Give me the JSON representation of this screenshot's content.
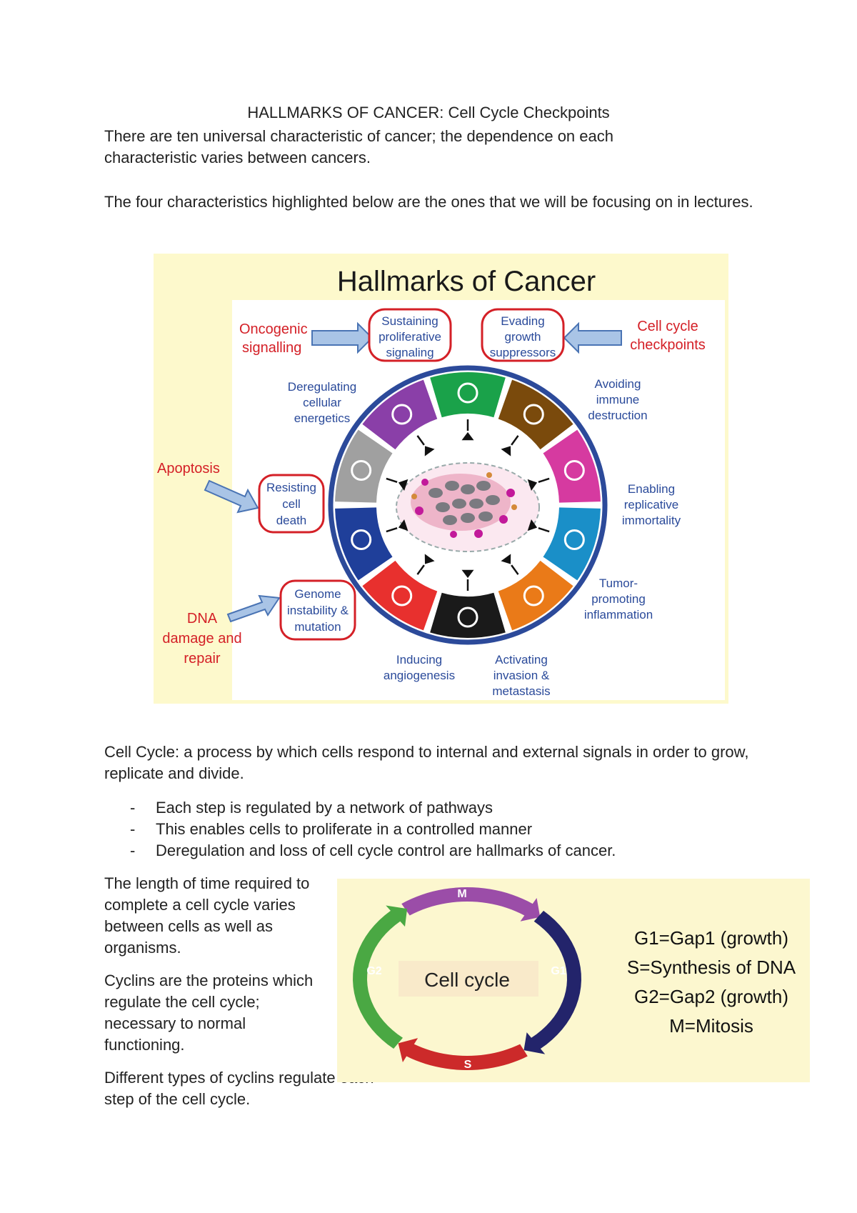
{
  "doc": {
    "title": "HALLMARKS OF CANCER: Cell Cycle Checkpoints",
    "intro1": "There are ten universal characteristic of cancer; the dependence on each characteristic varies between cancers.",
    "intro2": "The four characteristics highlighted below are the ones that we will be focusing on in lectures.",
    "cell_cycle_def": "Cell Cycle: a process by which cells respond to internal and external signals in order to grow, replicate and divide.",
    "bullets": [
      "Each step is regulated by a network of pathways",
      "This enables cells to proliferate in a controlled manner",
      "Deregulation and loss of cell cycle control are hallmarks of cancer."
    ],
    "side1": "The length of time required to complete a cell cycle varies between cells as well as organisms.",
    "side2": "Cyclins are the proteins which regulate the cell cycle; necessary to normal functioning.",
    "side3": "Different types of cyclins regulate each step of the cell cycle."
  },
  "hallmarks_figure": {
    "heading": "Hallmarks of Cancer",
    "red_labels": {
      "oncogenic_1": "Oncogenic",
      "oncogenic_2": "signalling",
      "checkpoints_1": "Cell cycle",
      "checkpoints_2": "checkpoints",
      "apoptosis": "Apoptosis",
      "dna_1": "DNA",
      "dna_2": "damage and",
      "dna_3": "repair"
    },
    "boxed": {
      "sustain_1": "Sustaining",
      "sustain_2": "proliferative",
      "sustain_3": "signaling",
      "evade_1": "Evading",
      "evade_2": "growth",
      "evade_3": "suppressors",
      "resist_1": "Resisting",
      "resist_2": "cell",
      "resist_3": "death",
      "genome_1": "Genome",
      "genome_2": "instability &",
      "genome_3": "mutation"
    },
    "labels": {
      "dereg_1": "Deregulating",
      "dereg_2": "cellular",
      "dereg_3": "energetics",
      "avoid_1": "Avoiding",
      "avoid_2": "immune",
      "avoid_3": "destruction",
      "enable_1": "Enabling",
      "enable_2": "replicative",
      "enable_3": "immortality",
      "tumor_1": "Tumor-",
      "tumor_2": "promoting",
      "tumor_3": "inflammation",
      "angio_1": "Inducing",
      "angio_2": "angiogenesis",
      "invade_1": "Activating",
      "invade_2": "invasion &",
      "invade_3": "metastasis"
    },
    "colors": {
      "background": "#fdf9cc",
      "ring": "#2c4a9a",
      "red": "#d42027",
      "seg_green": "#1aa24a",
      "seg_brown": "#7a4a0c",
      "seg_magenta": "#d63aa0",
      "seg_cyan": "#1a8fc8",
      "seg_orange": "#ea7a18",
      "seg_black": "#1a1a1a",
      "seg_red": "#e8302e",
      "seg_navy": "#1f3f9a",
      "seg_gray": "#a0a0a0",
      "seg_purple": "#8a3fa8"
    }
  },
  "cycle_figure": {
    "center": "Cell cycle",
    "phases": {
      "m": "M",
      "g1": "G1",
      "s": "S",
      "g2": "G2"
    },
    "legend": [
      "G1=Gap1 (growth)",
      "S=Synthesis of DNA",
      "G2=Gap2 (growth)",
      "M=Mitosis"
    ],
    "colors": {
      "background": "#fcf7cf",
      "m": "#9b4da8",
      "g1": "#23246b",
      "s": "#cc2a2a",
      "g2": "#4aa843"
    }
  }
}
